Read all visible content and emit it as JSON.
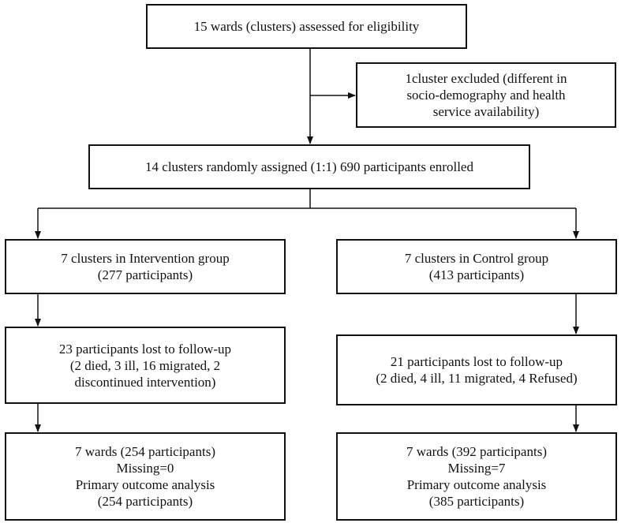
{
  "nodes": {
    "screened": {
      "lines": [
        "15 wards (clusters) assessed for eligibility"
      ]
    },
    "excluded": {
      "lines": [
        "1cluster excluded (different in",
        "socio-demography and health",
        "service availability)"
      ]
    },
    "randomized": {
      "lines": [
        "14 clusters randomly assigned (1:1) 690 participants enrolled"
      ]
    },
    "intervention_group": {
      "lines": [
        "7 clusters in Intervention group",
        "(277 participants)"
      ]
    },
    "control_group": {
      "lines": [
        "7 clusters in Control group",
        "(413 participants)"
      ]
    },
    "intervention_lost": {
      "lines": [
        "23 participants lost to follow-up",
        "(2 died, 3 ill, 16 migrated, 2",
        "discontinued intervention)"
      ]
    },
    "control_lost": {
      "lines": [
        "21 participants lost to follow-up",
        "(2 died, 4 ill, 11 migrated, 4 Refused)"
      ]
    },
    "intervention_analysis": {
      "lines": [
        "7 wards (254 participants)",
        "Missing=0",
        "Primary outcome analysis",
        "(254 participants)"
      ]
    },
    "control_analysis": {
      "lines": [
        "7 wards (392 participants)",
        "Missing=7",
        "Primary outcome analysis",
        "(385 participants)"
      ]
    }
  },
  "colors": {
    "line": "#111111",
    "box_fill": "#ffffff"
  }
}
